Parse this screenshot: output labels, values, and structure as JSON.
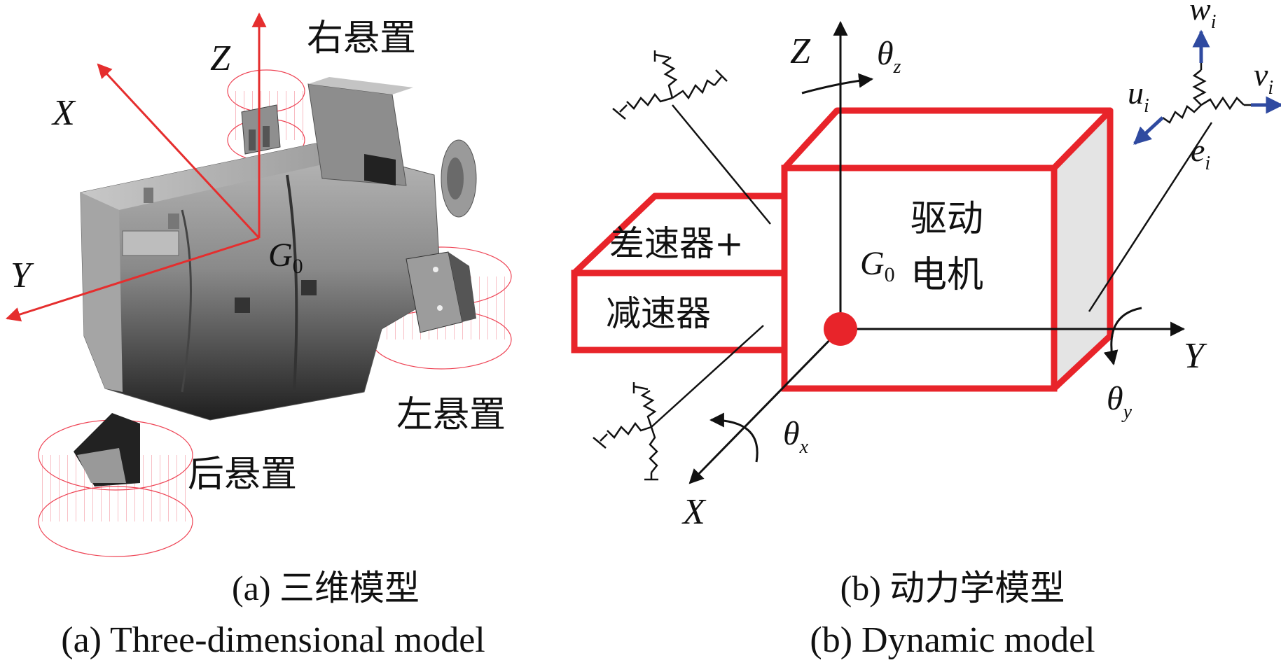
{
  "panel_a": {
    "axes": {
      "z": "Z",
      "x": "X",
      "y": "Y"
    },
    "origin": {
      "main": "G",
      "sub": "0"
    },
    "mounts": {
      "right": "右悬置",
      "left": "左悬置",
      "rear": "后悬置"
    },
    "caption_cn": "(a) 三维模型",
    "caption_en": "(a) Three-dimensional model"
  },
  "panel_b": {
    "axes": {
      "z": "Z",
      "y": "Y",
      "x": "X"
    },
    "rotations": {
      "z": {
        "main": "θ",
        "sub": "z"
      },
      "y": {
        "main": "θ",
        "sub": "y"
      },
      "x": {
        "main": "θ",
        "sub": "x"
      }
    },
    "origin": {
      "main": "G",
      "sub": "0"
    },
    "box_label_line1": "驱动",
    "box_label_line2": "电机",
    "reducer_line1": "差速器+",
    "reducer_line2": "减速器",
    "mount_dirs": {
      "w": {
        "main": "w",
        "sub": "i"
      },
      "v": {
        "main": "v",
        "sub": "i"
      },
      "u": {
        "main": "u",
        "sub": "i"
      },
      "e": {
        "main": "e",
        "sub": "i"
      }
    },
    "caption_cn": "(b) 动力学模型",
    "caption_en": "(b) Dynamic model"
  },
  "colors": {
    "accent_red": "#e8242a",
    "axis_red": "#e52e2e",
    "blue": "#2f4aa0",
    "motor_gray": "#7c7c7c"
  }
}
